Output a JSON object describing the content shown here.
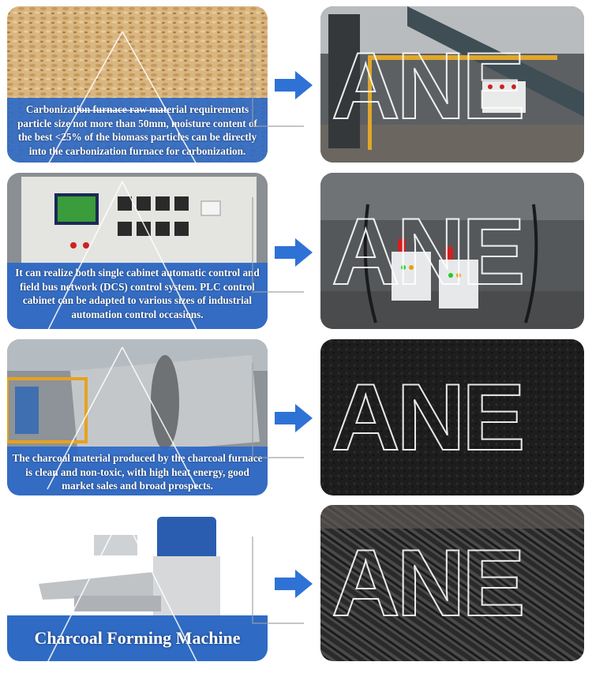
{
  "rows": [
    {
      "caption": "Carbonization furnace raw material requirements particle size not more than 50mm, moisture content of the best <25% of the biomass particles can be directly into the carbonization furnace for carbonization."
    },
    {
      "caption": "It can realize both single cabinet automatic control and field bus network (DCS) control system. PLC control cabinet can be adapted to various sizes of industrial automation control occasions."
    },
    {
      "caption": "The charcoal material produced by the charcoal furnace is clean and non-toxic, with high heat energy, good market sales and broad prospects."
    },
    {
      "caption": "Charcoal Forming Machine"
    }
  ],
  "watermark": "ANE",
  "colors": {
    "caption_blue": "#2a68c8",
    "arrow_blue": "#2f72d6"
  },
  "icons": {
    "arrow": "arrow-right-icon"
  }
}
